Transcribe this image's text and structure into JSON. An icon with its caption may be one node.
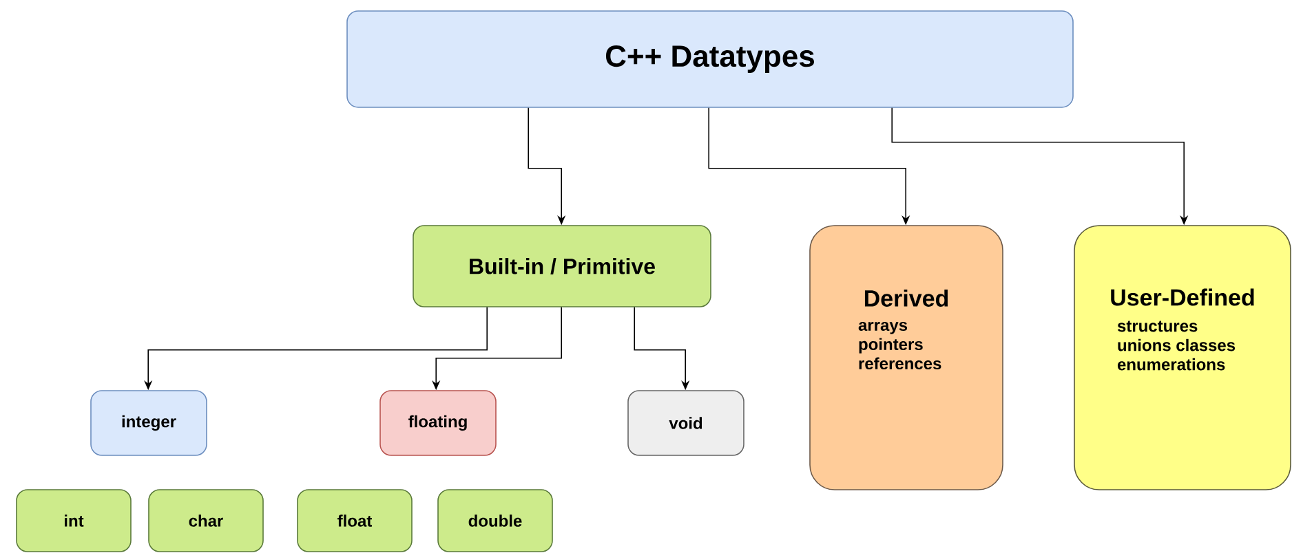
{
  "diagram": {
    "nodes": [
      {
        "text": [
          "C++ Datatypes"
        ]
      },
      {
        "text": [
          "Built-in / Primitive"
        ]
      },
      {
        "text": [
          "Derived",
          "arrays pointers references"
        ]
      },
      {
        "text": [
          "User-Defined",
          "structures unions classes enumerations"
        ]
      },
      {
        "text": [
          "integer"
        ]
      },
      {
        "text": [
          "floating"
        ]
      },
      {
        "text": [
          "void"
        ]
      },
      {
        "text": [
          "int"
        ]
      },
      {
        "text": [
          "char"
        ]
      },
      {
        "text": [
          "float"
        ]
      },
      {
        "text": [
          "double"
        ]
      }
    ],
    "edges": [
      {
        "from": 0,
        "to": 1,
        "arrow": "to"
      },
      {
        "from": 0,
        "to": 2,
        "arrow": "to"
      },
      {
        "from": 0,
        "to": 3,
        "arrow": "to"
      },
      {
        "from": 1,
        "to": 4,
        "arrow": "to"
      },
      {
        "from": 1,
        "to": 5,
        "arrow": "to"
      },
      {
        "from": 1,
        "to": 6,
        "arrow": "to"
      }
    ]
  }
}
